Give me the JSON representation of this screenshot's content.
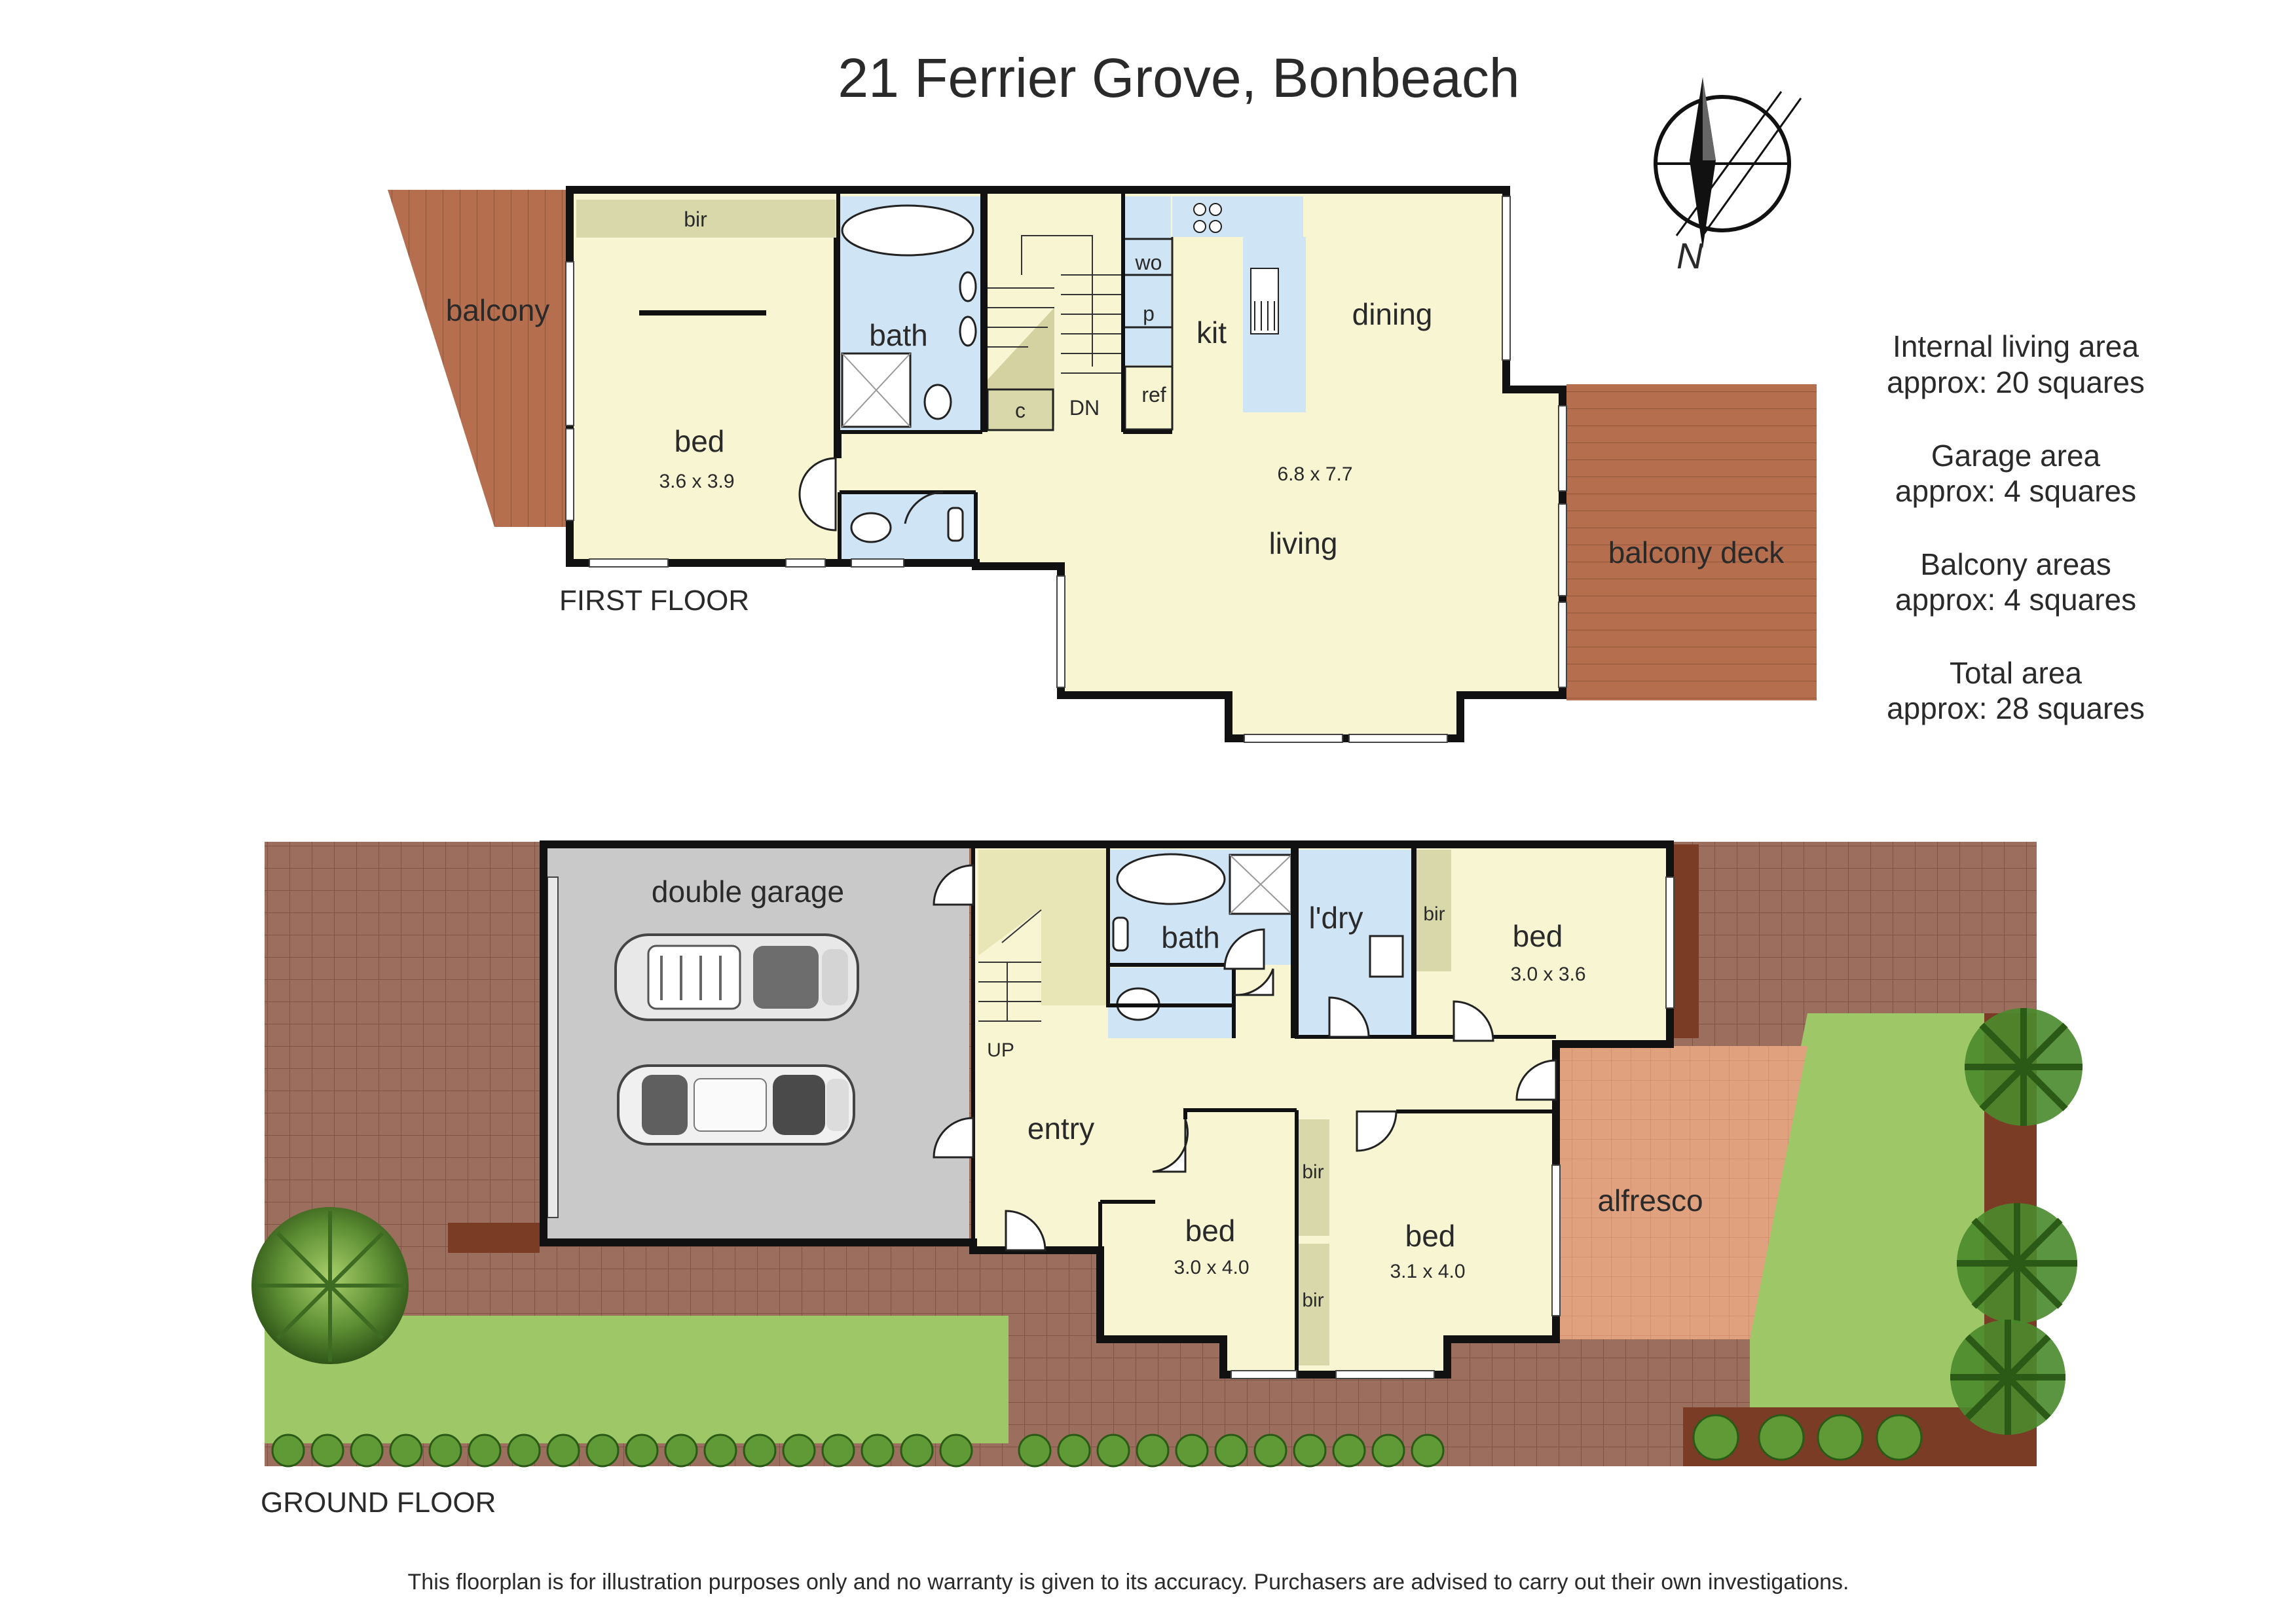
{
  "title": "21 Ferrier Grove, Bonbeach",
  "compass": {
    "label": "N",
    "icon": "north-arrow-icon"
  },
  "area_summary": [
    {
      "line1": "Internal living area",
      "line2": "approx: 20 squares"
    },
    {
      "line1": "Garage area",
      "line2": "approx: 4 squares"
    },
    {
      "line1": "Balcony areas",
      "line2": "approx: 4 squares"
    },
    {
      "line1": "Total area",
      "line2": "approx: 28 squares"
    }
  ],
  "first_floor": {
    "label": "FIRST FLOOR",
    "balcony": "balcony",
    "bir": "bir",
    "bed": "bed",
    "bed_size": "3.6 x 3.9",
    "bath": "bath",
    "c": "c",
    "dn": "DN",
    "wo": "wo",
    "p": "p",
    "ref": "ref",
    "kit": "kit",
    "dining": "dining",
    "living_size": "6.8 x 7.7",
    "living": "living",
    "balcony_deck": "balcony deck"
  },
  "ground_floor": {
    "label": "GROUND FLOOR",
    "double_garage": "double garage",
    "up": "UP",
    "bath": "bath",
    "laundry": "l'dry",
    "bir_1": "bir",
    "bed_1": "bed",
    "bed_1_size": "3.0 x 3.6",
    "entry": "entry",
    "bir_2": "bir",
    "bir_3": "bir",
    "bed_2": "bed",
    "bed_2_size": "3.0 x 4.0",
    "bed_3": "bed",
    "bed_3_size": "3.1 x 4.0",
    "alfresco": "alfresco"
  },
  "disclaimer": "This floorplan is for illustration purposes only and no warranty is given to its accuracy. Purchasers are advised to carry out their own investigations.",
  "colors": {
    "room_fill": "#f7f5d2",
    "wet_fill": "#cfe4f4",
    "garage_fill": "#c9c9c9",
    "deck_fill": "#b56f4e",
    "paving": "#9b6e5d",
    "lawn": "#9ec867",
    "terracotta": "#e0a17f",
    "wall": "#111111",
    "bir_fill": "#d9d8aa"
  }
}
